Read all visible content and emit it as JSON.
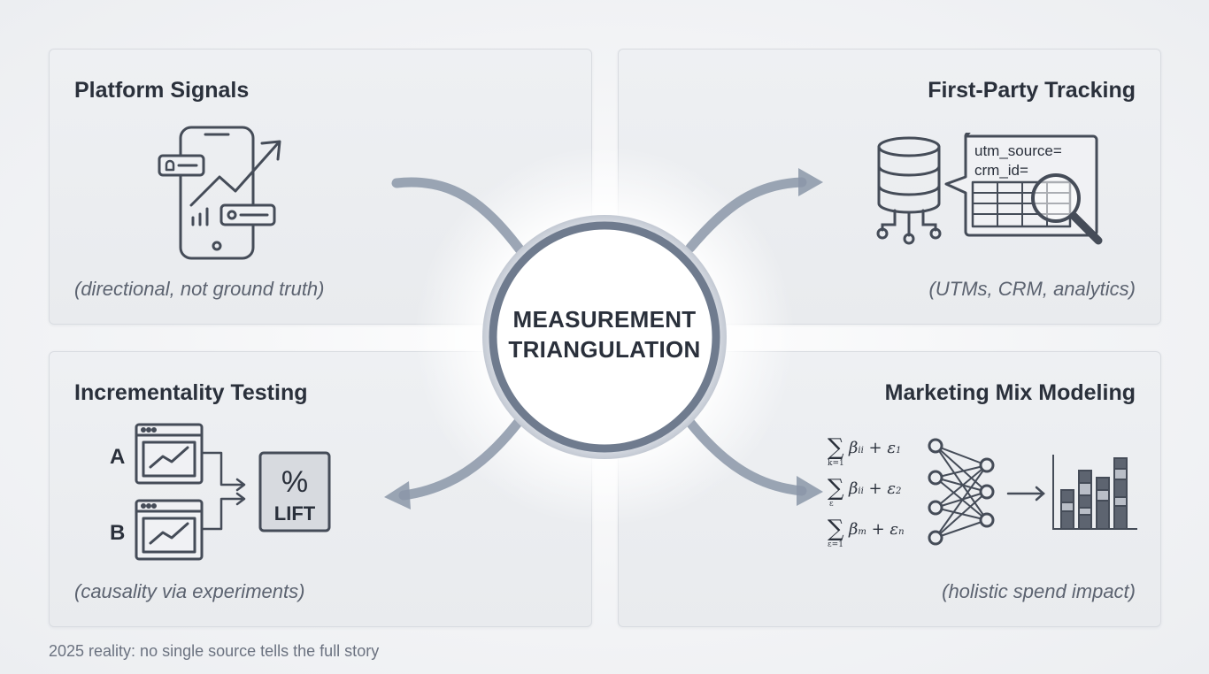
{
  "hub": {
    "line1": "MEASUREMENT",
    "line2": "TRIANGULATION"
  },
  "panels": {
    "platform_signals": {
      "title": "Platform Signals",
      "subtitle": "(directional, not ground truth)"
    },
    "first_party_tracking": {
      "title": "First-Party Tracking",
      "subtitle": "(UTMs, CRM, analytics)",
      "param_1": "utm_source=",
      "param_2": "crm_id="
    },
    "incrementality_testing": {
      "title": "Incrementality Testing",
      "subtitle": "(causality via experiments)",
      "group_a": "A",
      "group_b": "B",
      "result_symbol": "%",
      "result_label": "LIFT"
    },
    "marketing_mix_modeling": {
      "title": "Marketing Mix Modeling",
      "subtitle": "(holistic spend impact)",
      "sum_upper_1": "k=1",
      "sum_upper_2": "ε",
      "sum_upper_3": "ε=1"
    }
  },
  "footer": "2025 reality: no single source tells the full story",
  "colors": {
    "ink": "#2a303b",
    "arrow": "#8b96a8",
    "panel_bg": "#eceef1",
    "icon_stroke": "#454c58"
  }
}
